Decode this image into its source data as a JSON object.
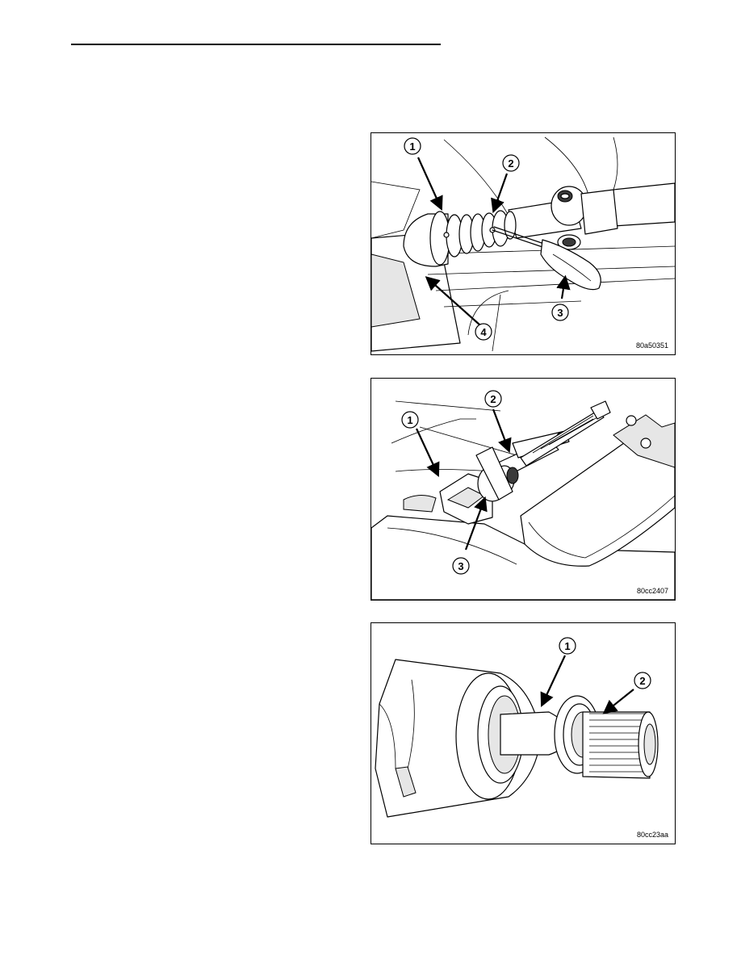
{
  "figures": [
    {
      "id": "fig1",
      "code": "80a50351",
      "callouts": [
        "1",
        "2",
        "3",
        "4"
      ]
    },
    {
      "id": "fig2",
      "code": "80cc2407",
      "callouts": [
        "1",
        "2",
        "3"
      ]
    },
    {
      "id": "fig3",
      "code": "80cc23aa",
      "callouts": [
        "1",
        "2"
      ]
    }
  ]
}
